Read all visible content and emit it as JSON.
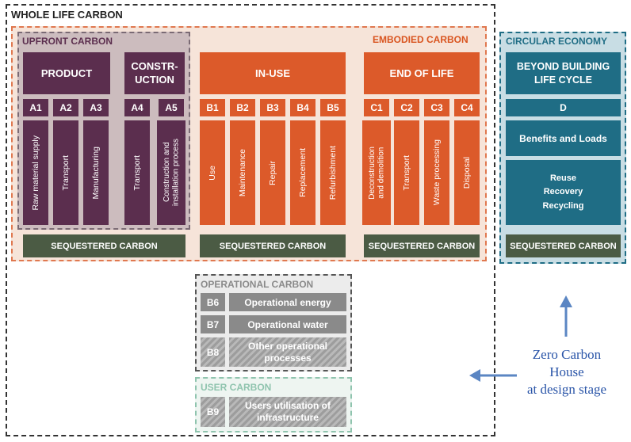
{
  "whole_life": {
    "title": "WHOLE LIFE CARBON"
  },
  "embodied": {
    "title": "EMBODIED CARBON"
  },
  "upfront": {
    "title": "UPFRONT CARBON",
    "product": "PRODUCT",
    "construction": "CONSTRUCTION",
    "construction_line1": "CONSTR-",
    "construction_line2": "UCTION",
    "codes": [
      "A1",
      "A2",
      "A3",
      "A4",
      "A5"
    ],
    "labels": [
      "Raw material supply",
      "Transport",
      "Manufacturing",
      "Transport",
      "Construction and installation process"
    ],
    "a5_line1": "Construction and",
    "a5_line2": "installation process",
    "sequestered": "SEQUESTERED CARBON"
  },
  "in_use": {
    "title": "IN-USE",
    "codes": [
      "B1",
      "B2",
      "B3",
      "B4",
      "B5"
    ],
    "labels": [
      "Use",
      "Maintenance",
      "Repair",
      "Replacement",
      "Refurbishment"
    ],
    "sequestered": "SEQUESTERED CARBON"
  },
  "end_of_life": {
    "title": "END OF LIFE",
    "codes": [
      "C1",
      "C2",
      "C3",
      "C4"
    ],
    "labels": [
      "Deconstruction and demolition",
      "Transport",
      "Waste processing",
      "Disposal"
    ],
    "c1_line1": "Deconstruction",
    "c1_line2": "and demolition",
    "sequestered": "SEQUESTERED CARBON"
  },
  "circular": {
    "title": "CIRCULAR ECONOMY",
    "beyond_line1": "BEYOND BUILDING",
    "beyond_line2": "LIFE CYCLE",
    "code": "D",
    "benefits": "Benefits and Loads",
    "reuse": "Reuse",
    "recovery": "Recovery",
    "recycling": "Recycling",
    "sequestered": "SEQUESTERED CARBON"
  },
  "operational": {
    "title": "OPERATIONAL CARBON",
    "rows": [
      {
        "code": "B6",
        "label": "Operational energy"
      },
      {
        "code": "B7",
        "label": "Operational water"
      },
      {
        "code": "B8",
        "label_line1": "Other operational",
        "label_line2": "processes"
      }
    ]
  },
  "user_carbon": {
    "title": "USER CARBON",
    "code": "B9",
    "label_line1": "Users utilisation of",
    "label_line2": "infrastructure"
  },
  "annotation": {
    "line1": "Zero Carbon",
    "line2": "House",
    "line3": "at design stage"
  },
  "colors": {
    "upfront_purple": "#5b2e4e",
    "orange": "#dc5a2a",
    "teal": "#1f6d85",
    "sequestered_green": "#4b5b44",
    "operational_grey": "#8a8a8a",
    "user_green": "#8fc4ae",
    "annotation_blue": "#2a55a8",
    "arrow_blue": "#5b86c3"
  }
}
